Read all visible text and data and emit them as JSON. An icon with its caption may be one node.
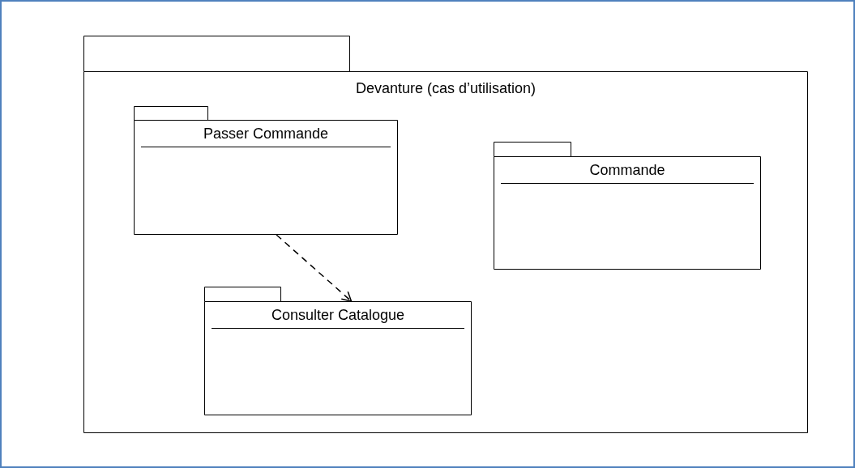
{
  "diagram": {
    "nodes": [
      {
        "text": [
          "Devanture (cas d’utilisation)"
        ]
      },
      {
        "text": [
          "Passer Commande"
        ],
        "in": 0
      },
      {
        "text": [
          "Commande"
        ],
        "in": 0
      },
      {
        "text": [
          "Consulter Catalogue"
        ],
        "in": 0
      }
    ],
    "edges": [
      {
        "from": 1,
        "to": 3,
        "arrow": "to",
        "style": "dashed"
      }
    ]
  }
}
